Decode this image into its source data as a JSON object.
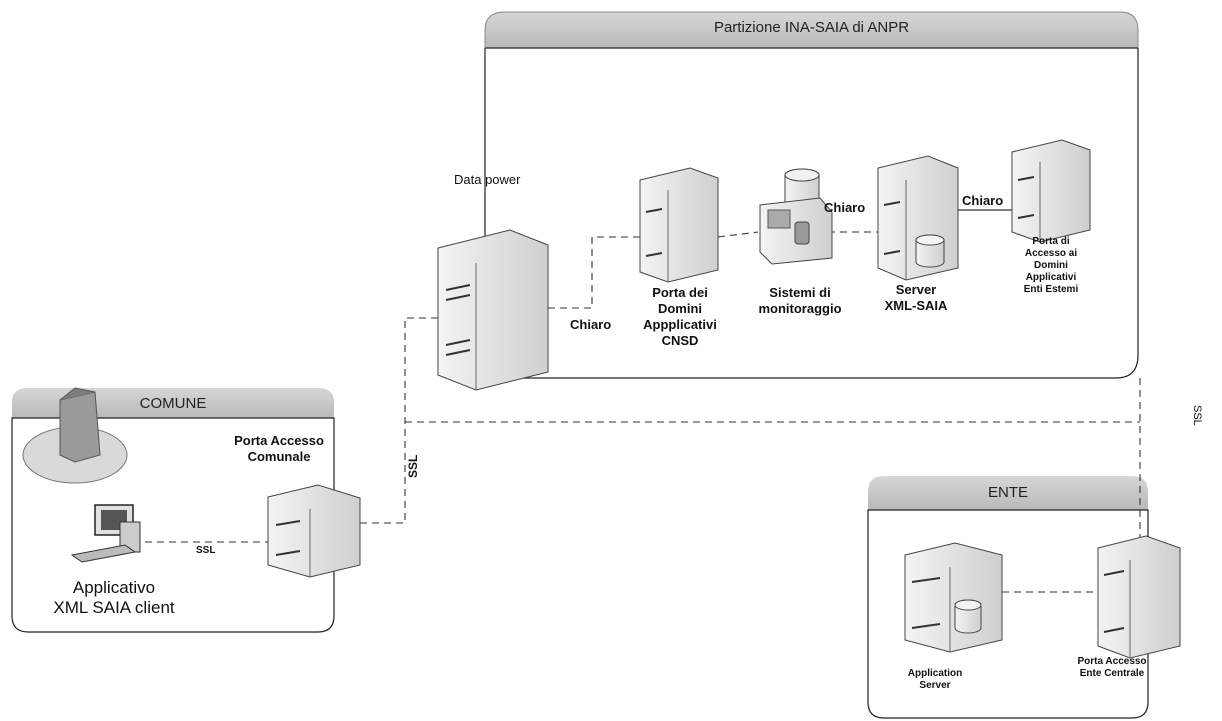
{
  "groups": {
    "anpr_title": "Partizione INA-SAIA di ANPR",
    "comune_title": "COMUNE",
    "ente_title": "ENTE"
  },
  "nodes": {
    "data_power": "Data power",
    "porta_domini": [
      "Porta dei",
      "Domini",
      "Appplicativi",
      "CNSD"
    ],
    "sistemi_monitoraggio": [
      "Sistemi di",
      "monitoraggio"
    ],
    "server_xml": [
      "Server",
      "XML-SAIA"
    ],
    "porta_enti_esterni": [
      "Porta di",
      "Accesso ai",
      "Domini",
      "Applicativi",
      "Enti Estemi"
    ],
    "porta_accesso_comunale": [
      "Porta Accesso",
      "Comunale"
    ],
    "applicativo_client": [
      "Applicativo",
      "XML SAIA client"
    ],
    "application_server": [
      "Application",
      "Server"
    ],
    "porta_ente_centrale": [
      "Porta Accesso",
      "Ente Centrale"
    ]
  },
  "links": {
    "chiaro_datapower": "Chiaro",
    "chiaro_monitor": "Chiaro",
    "chiaro_server": "Chiaro",
    "ssl_client": "SSL",
    "ssl_vertical": "SSL",
    "ssl_right": "SSL"
  }
}
